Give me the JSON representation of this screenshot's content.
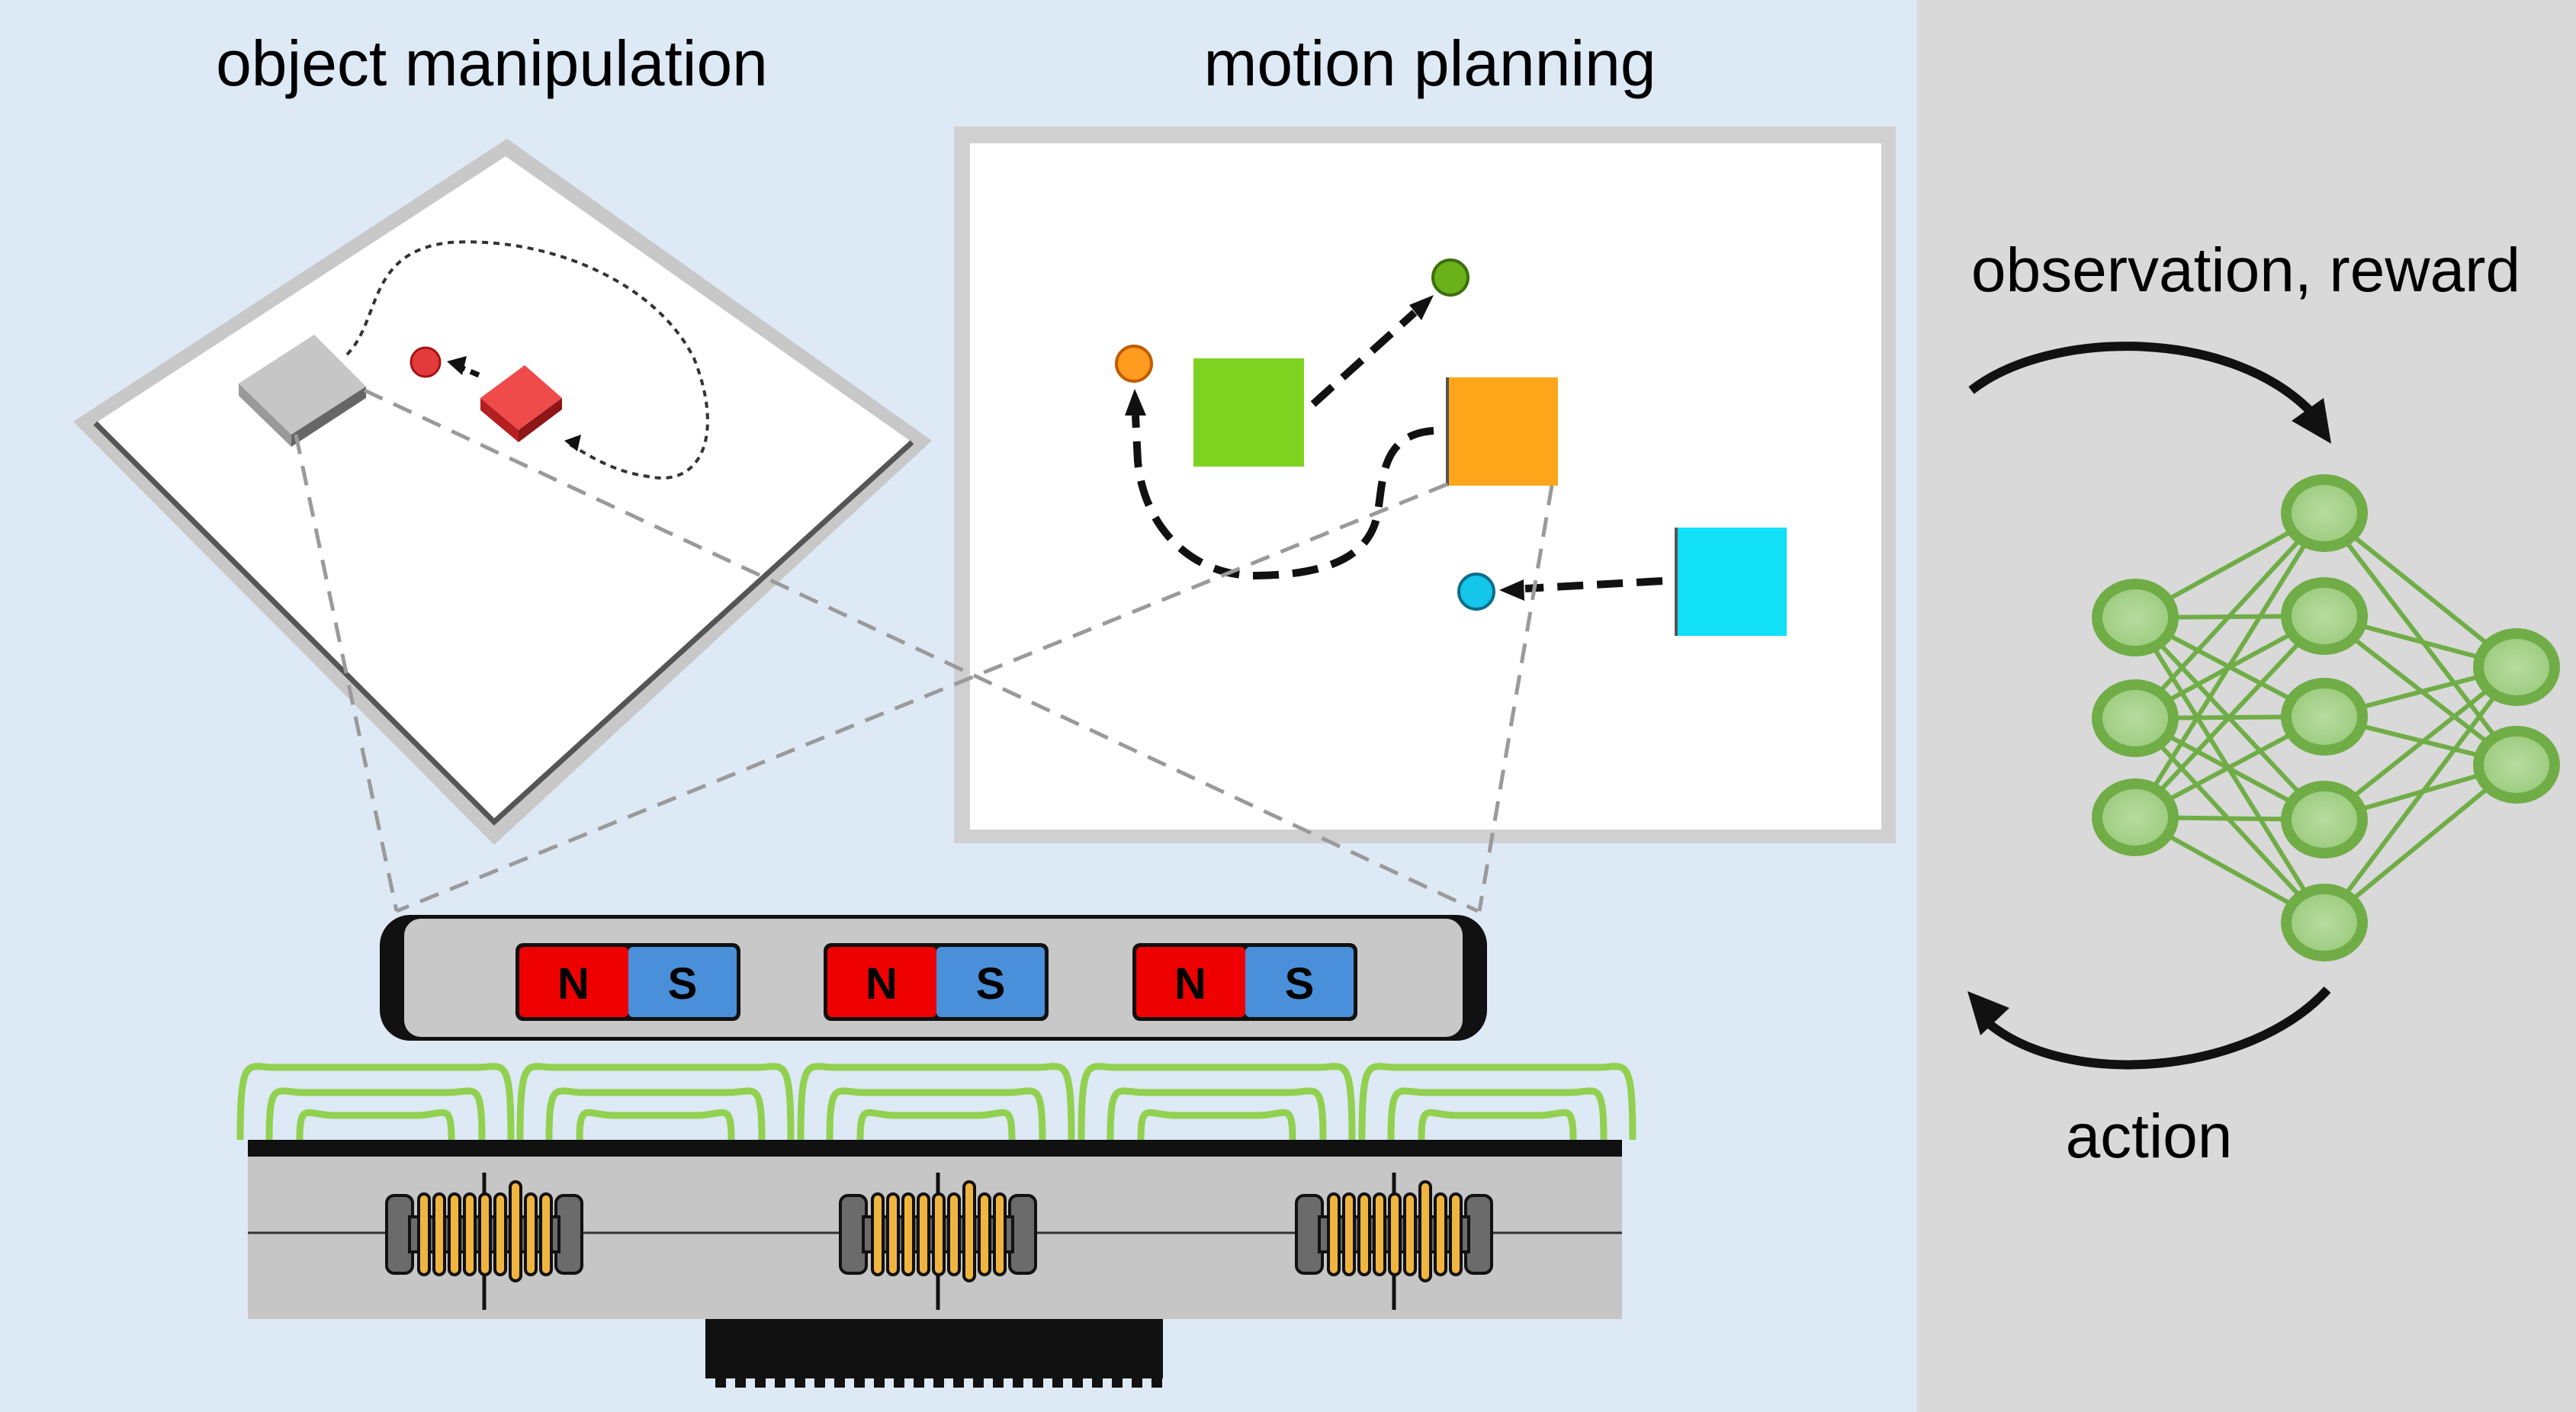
{
  "labels": {
    "object_manipulation": "object manipulation",
    "motion_planning": "motion planning",
    "observation_reward": "observation, reward",
    "action": "action"
  },
  "magnets": [
    {
      "north": "N",
      "south": "S"
    },
    {
      "north": "N",
      "south": "S"
    },
    {
      "north": "N",
      "south": "S"
    }
  ],
  "colors": {
    "left_background": "#dde9f5",
    "right_background": "#d9d9d9",
    "magnet_north": "#ee0000",
    "magnet_south": "#4a8fd9",
    "field_lines": "#92d050",
    "coil": "#f0b540",
    "network": "#70ad47",
    "network_fill": "#a9d18e",
    "motion_green_square": "#7ed321",
    "motion_orange_square": "#ffa51a",
    "motion_cyan_square": "#12e0f7",
    "red_cube": "#e53a3a"
  },
  "icons": [
    "neural-network-icon",
    "observation-reward-arrow-icon",
    "action-arrow-icon",
    "coil-icon",
    "magnet-icon"
  ]
}
